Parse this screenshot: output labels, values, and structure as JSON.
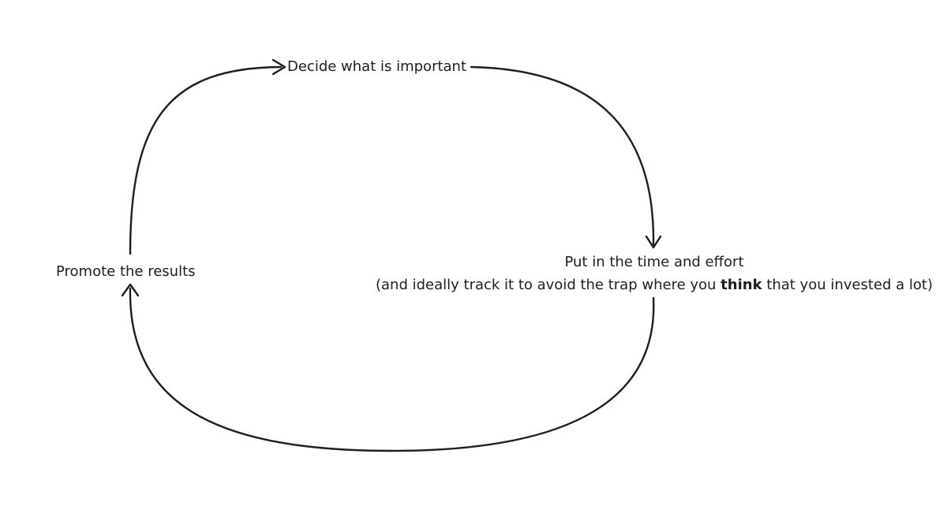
{
  "diagram": {
    "nodes": {
      "decide": "Decide what is important",
      "promote": "Promote the results",
      "effort_line1": "Put in the time and effort",
      "effort_line2_before": "(and ideally track it to avoid the trap where you ",
      "effort_line2_bold": "think",
      "effort_line2_after": " that you invested a lot)"
    }
  },
  "colors": {
    "stroke": "#1e1e1e",
    "background": "#ffffff"
  }
}
